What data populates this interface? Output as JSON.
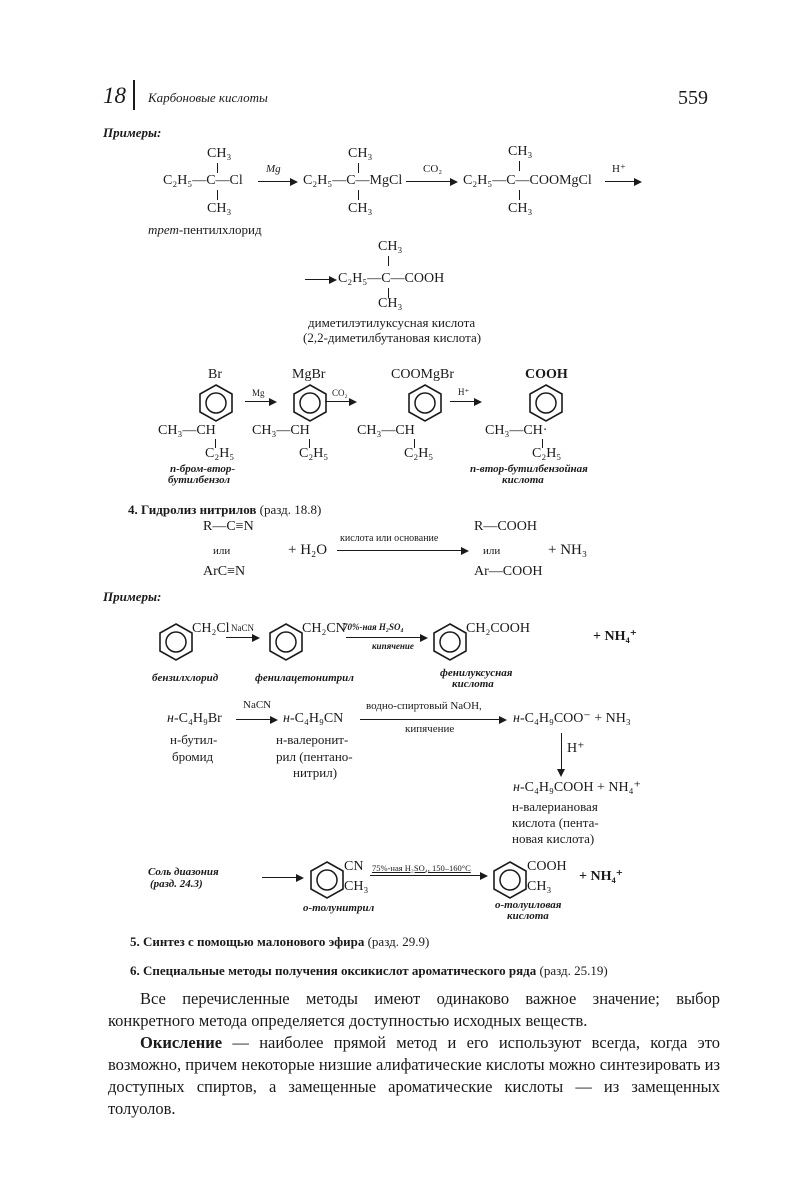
{
  "header": {
    "chapter": "18",
    "title": "Карбоновые кислоты",
    "page": "559"
  },
  "examples_label": "Примеры:",
  "grignard1": {
    "s1": {
      "top": "CH₃",
      "main": "C₂H₅—C—Cl",
      "bottom": "CH₃",
      "name_prefix": "трет",
      "name": "-пентилхлорид"
    },
    "r1": "Mg",
    "s2": {
      "top": "CH₃",
      "main": "C₂H₅—C—MgCl",
      "bottom": "CH₃"
    },
    "r2": "CO₂",
    "s3": {
      "top": "CH₃",
      "main": "C₂H₅—C—COOMgCl",
      "bottom": "CH₃"
    },
    "r3": "H⁺",
    "s4": {
      "top": "CH₃",
      "main": "C₂H₅—C—COOH",
      "bottom": "CH₃",
      "name1": "диметилэтилуксусная кислота",
      "name2": "(2,2-диметилбутановая кислота)"
    }
  },
  "grignard2": {
    "s1": {
      "top": "Br",
      "side": "CH₃—CH",
      "bottom": "C₂H₅",
      "name1": "п-бром-втор-",
      "name2": "бутилбензол"
    },
    "r1": "Mg",
    "s2": {
      "top": "MgBr",
      "side": "CH₃—CH",
      "bottom": "C₂H₅"
    },
    "r2": "CO₂",
    "s3": {
      "top": "COOMgBr",
      "side": "CH₃—CH",
      "bottom": "C₂H₅"
    },
    "r3": "H⁺",
    "s4": {
      "top": "COOH",
      "side": "CH₃—CH·",
      "bottom": "C₂H₅",
      "name1": "п-втор-бутилбензойная",
      "name2": "кислота"
    }
  },
  "section4": {
    "heading": "4. Гидролиз нитрилов",
    "ref": "(разд. 18.8)",
    "left1": "R—C≡N",
    "or1": "или",
    "left2": "ArC≡N",
    "water": "+ H₂O",
    "condition": "кислота или основание",
    "right1": "R—COOH",
    "or2": "или",
    "right2": "Ar—COOH",
    "ammonia": "+ NH₃"
  },
  "examples_label2": "Примеры:",
  "benzyl": {
    "s1": "CH₂Cl",
    "s1_name": "бензилхлорид",
    "r1": "NaCN",
    "s2": "CH₂CN",
    "s2_name": "фенилацетонитрил",
    "r2_top": "70%-ная H₂SO₄",
    "r2_bottom": "кипячение",
    "s3": "CH₂COOH",
    "s3_name1": "фенилуксусная",
    "s3_name2": "кислота",
    "plus": "+ NH₄⁺"
  },
  "butyl": {
    "prefix": "н",
    "s1": "-C₄H₉Br",
    "s1_name1": "н-бутил-",
    "s1_name2": "бромид",
    "r1": "NaCN",
    "s2": "-C₄H₉CN",
    "s2_name1": "н-валеронит-",
    "s2_name2": "рил (пентано-",
    "s2_name3": "нитрил)",
    "r2_top": "водно-спиртовый NaOH,",
    "r2_bottom": "кипячение",
    "s3": "-C₄H₉COO⁻ + NH₃",
    "r3": "H⁺",
    "s4": "-C₄H₉COOH + NH₄⁺",
    "s4_name1": "н-валериановая",
    "s4_name2": "кислота (пента-",
    "s4_name3": "новая кислота)"
  },
  "diazo": {
    "s1_1": "Соль диазония",
    "s1_2": "(разд. 24.3)",
    "s2_top": "CN",
    "s2_bottom": "CH₃",
    "s2_name": "о-толунитрил",
    "r2": "75%-ная H₂SO₄, 150–160°C",
    "s3_top": "COOH",
    "s3_bottom": "CH₃",
    "s3_name1": "о-толуиловая",
    "s3_name2": "кислота",
    "plus": "+ NH₄⁺"
  },
  "section5": {
    "heading": "5. Синтез с помощью малонового эфира",
    "ref": "(разд. 29.9)"
  },
  "section6": {
    "heading": "6. Специальные методы получения оксикислот ароматического ряда",
    "ref": "(разд. 25.19)"
  },
  "paragraph1": "Все перечисленные методы имеют одинаково важное значение; выбор конкретного метода определяется доступностью исходных веществ.",
  "paragraph2": {
    "lead": "Окисление",
    "text": " — наиболее прямой метод и его используют всегда, когда это возможно, причем некоторые низшие алифатические кислоты можно синтезировать из доступных спиртов, а замещенные ароматические кислоты — из замещенных толуолов."
  }
}
